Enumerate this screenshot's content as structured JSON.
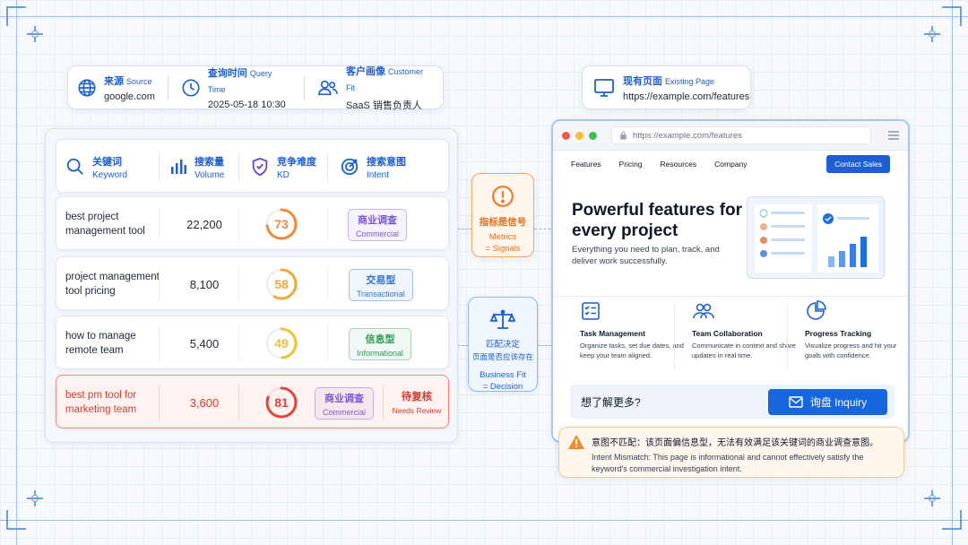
{
  "info_bar": {
    "source": {
      "label_cn": "来源",
      "label_en": "Source",
      "value": "google.com",
      "icon": "globe-icon"
    },
    "query_time": {
      "label_cn": "查询时间",
      "label_en": "Query Time",
      "value": "2025-05-18 10:30",
      "icon": "clock-icon"
    },
    "customer_fit": {
      "label_cn": "客户画像",
      "label_en": "Customer Fit",
      "value": "SaaS 销售负责人",
      "icon": "users-icon"
    }
  },
  "existing_page": {
    "label_cn": "现有页面",
    "label_en": "Existing Page",
    "value": "https://example.com/features",
    "icon": "monitor-icon"
  },
  "table": {
    "headers": [
      {
        "cn": "关键词",
        "en": "Keyword",
        "icon": "search-icon"
      },
      {
        "cn": "搜索量",
        "en": "Volume",
        "icon": "bar-chart-icon"
      },
      {
        "cn": "竞争难度",
        "en": "KD",
        "icon": "shield-icon"
      },
      {
        "cn": "搜索意图",
        "en": "Intent",
        "icon": "target-icon"
      }
    ],
    "rows": [
      {
        "keyword": "best project management tool",
        "volume": "22,200",
        "kd": "73",
        "kd_color": "#f08a3a",
        "kd_level": 0.73,
        "intent_cn": "商业调查",
        "intent_en": "Commercial",
        "intent_color": "#7b5ad6"
      },
      {
        "keyword": "project management tool pricing",
        "volume": "8,100",
        "kd": "58",
        "kd_color": "#f2a93b",
        "kd_level": 0.58,
        "intent_cn": "交易型",
        "intent_en": "Transactional",
        "intent_color": "#2f73d6"
      },
      {
        "keyword": "how to manage remote team",
        "volume": "5,400",
        "kd": "49",
        "kd_color": "#eec13a",
        "kd_level": 0.49,
        "intent_cn": "信息型",
        "intent_en": "Informational",
        "intent_color": "#2f9a54"
      },
      {
        "keyword": "best pm tool for marketing team",
        "volume": "3,600",
        "kd": "81",
        "kd_color": "#e0463a",
        "kd_level": 0.81,
        "intent_cn": "商业调查",
        "intent_en": "Commercial",
        "intent_color": "#7b5ad6",
        "status_cn": "待复核",
        "status_en": "Needs Review"
      }
    ]
  },
  "signal_box": {
    "cn": "指标是信号",
    "en1": "Metrics",
    "en2": "= Signals",
    "icon": "alert-circle-icon"
  },
  "decision_box": {
    "cn1": "匹配决定",
    "cn2": "页面是否应该存在",
    "en1": "Business Fit",
    "en2": "= Decision",
    "icon": "scale-icon"
  },
  "browser": {
    "url": "https://example.com/features",
    "nav": [
      "Features",
      "Pricing",
      "Resources",
      "Company"
    ],
    "nav_cta": "Contact Sales",
    "hero_title": "Powerful features for every project",
    "hero_sub": "Everything you need to plan, track, and deliver work successfully.",
    "features": [
      {
        "title": "Task Management",
        "desc": "Organize tasks, set due dates, and keep your team aligned.",
        "icon": "checklist-icon"
      },
      {
        "title": "Team Collaboration",
        "desc": "Communicate in context and share updates in real time.",
        "icon": "team-icon"
      },
      {
        "title": "Progress Tracking",
        "desc": "Visualize progress and hit your goals with confidence.",
        "icon": "pie-chart-icon"
      }
    ],
    "inquiry_question": "想了解更多?",
    "inquiry_button": "询盘 Inquiry"
  },
  "warning": {
    "cn": "意图不匹配：该页面偏信息型，无法有效满足该关键词的商业调查意图。",
    "en": "Intent Mismatch: This page is informational and cannot effectively satisfy the keyword's commercial investigation intent.",
    "icon": "warning-icon"
  },
  "colors": {
    "accent": "#1d5fd1",
    "alert": "#e0463a",
    "signal": "#f2a862"
  }
}
